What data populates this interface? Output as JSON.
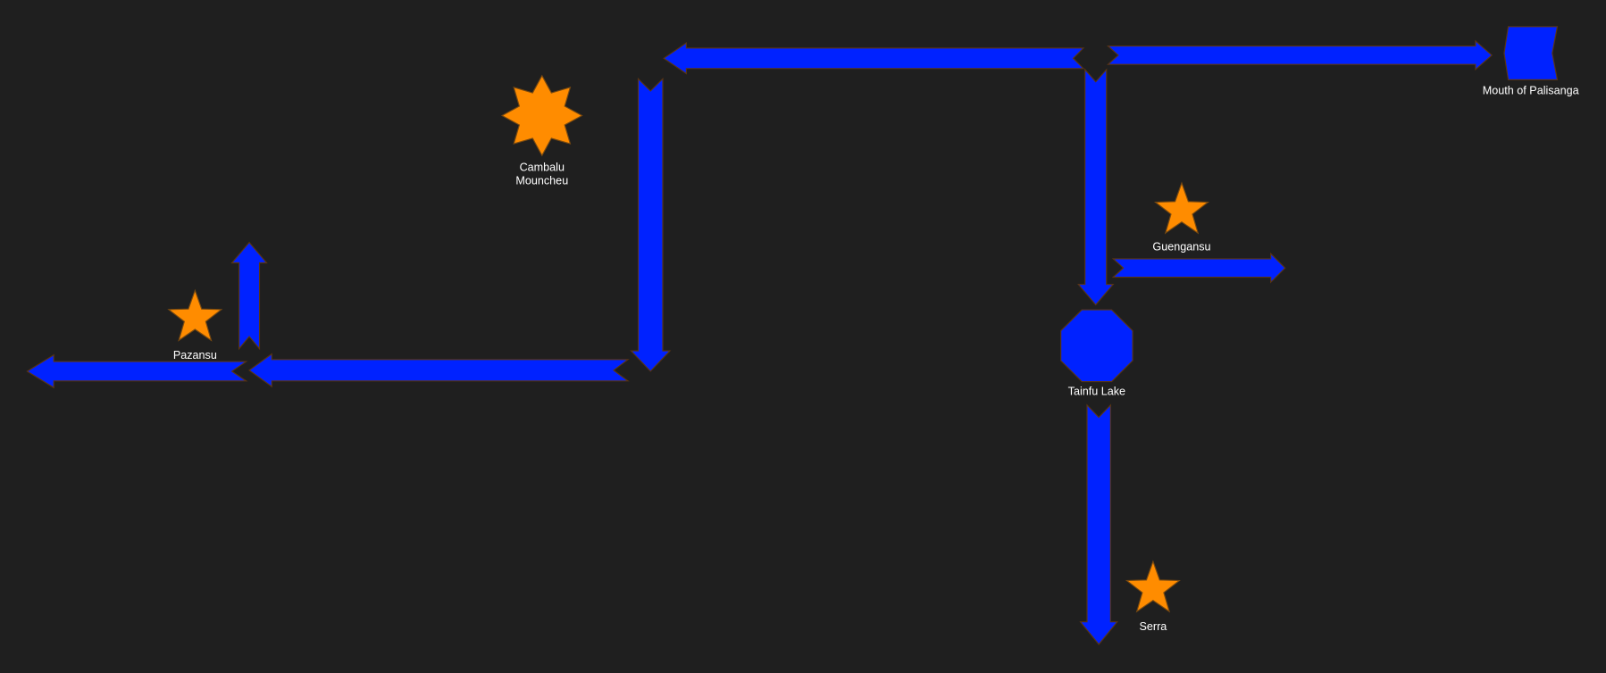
{
  "colors": {
    "background": "#1f1f1f",
    "route": "#0022ff",
    "city": "#ff8c00",
    "label": "#ffffff"
  },
  "places": {
    "cambalu": {
      "label_line1": "Cambalu",
      "label_line2": "Mouncheu",
      "icon": "eight-point-star"
    },
    "mouth": {
      "label": "Mouth of Palisanga",
      "icon": "banner-shape"
    },
    "guengansu": {
      "label": "Guengansu",
      "icon": "star"
    },
    "tainfu": {
      "label": "Tainfu Lake",
      "icon": "octagon"
    },
    "serra": {
      "label": "Serra",
      "icon": "star"
    },
    "pazansu": {
      "label": "Pazansu",
      "icon": "star"
    }
  }
}
